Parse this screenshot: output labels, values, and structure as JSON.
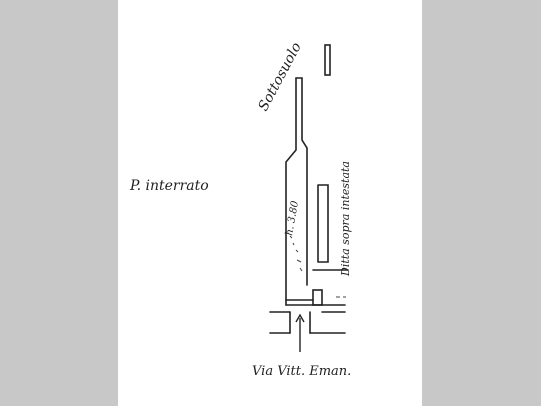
{
  "colors": {
    "background": "#c8c8c8",
    "paper": "#ffffff",
    "ink": "#222222"
  },
  "labels": {
    "floor": "P. interrato",
    "sottosuolo": "Sottosuolo",
    "dimension": "h. 3.80",
    "ditta": "Ditta sopra intestata",
    "street": "Via Vitt. Eman."
  }
}
